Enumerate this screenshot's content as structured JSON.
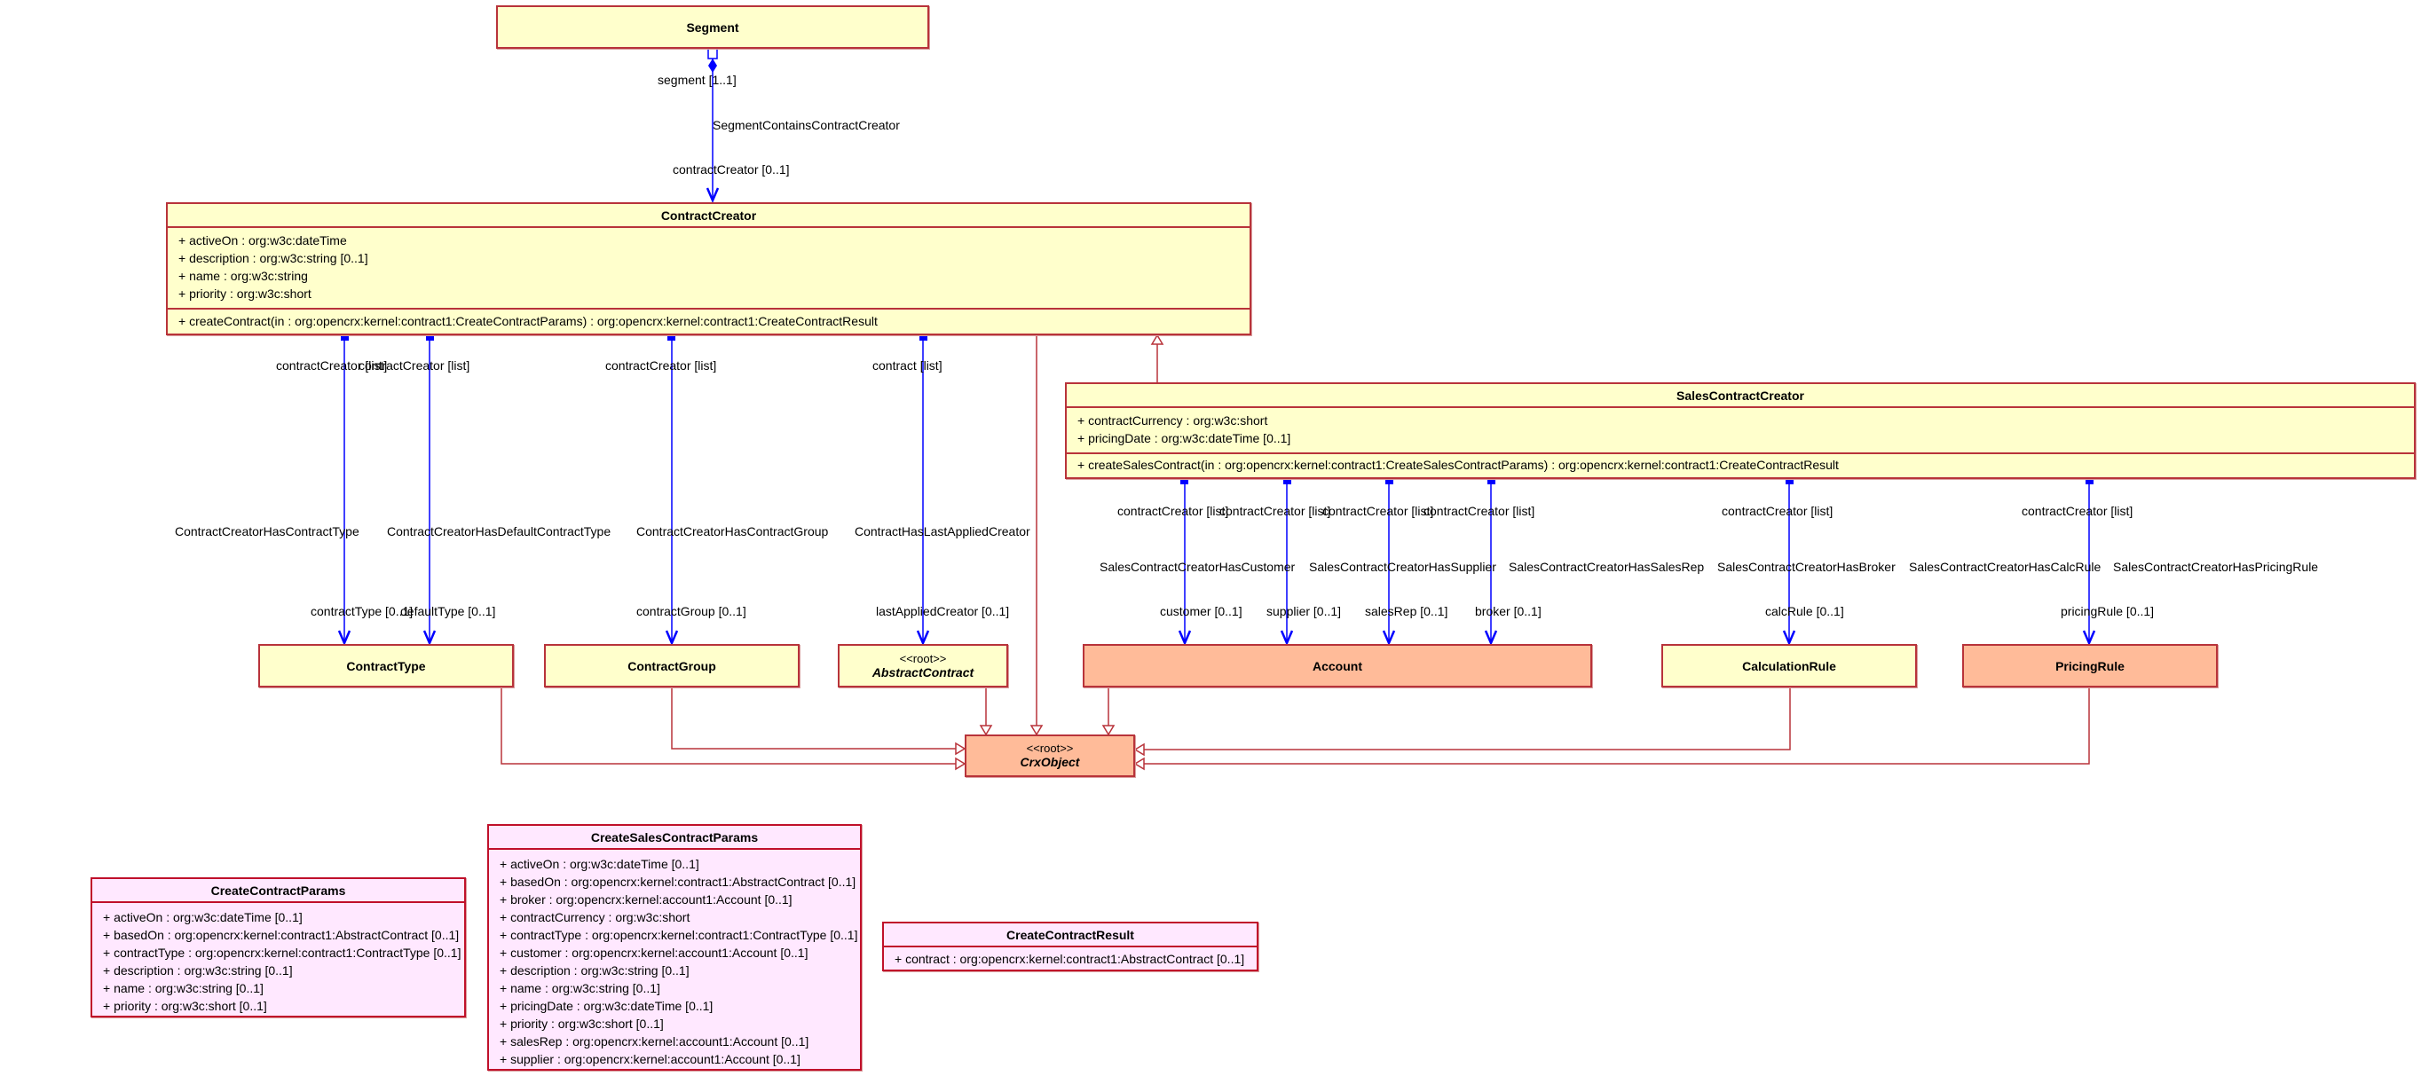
{
  "colors": {
    "class_fill": "#ffffcc",
    "external_fill": "#ffbb99",
    "struct_fill": "#ffe8ff",
    "border": "#b8333a",
    "association": "#0000ff"
  },
  "classes": {
    "segment": {
      "name": "Segment"
    },
    "contract_creator": {
      "name": "ContractCreator",
      "attributes": [
        "+ activeOn : org:w3c:dateTime",
        "+ description : org:w3c:string [0..1]",
        "+ name : org:w3c:string",
        "+ priority : org:w3c:short"
      ],
      "operations": [
        "+ createContract(in : org:opencrx:kernel:contract1:CreateContractParams) : org:opencrx:kernel:contract1:CreateContractResult"
      ]
    },
    "sales_contract_creator": {
      "name": "SalesContractCreator",
      "attributes": [
        "+ contractCurrency : org:w3c:short",
        "+ pricingDate : org:w3c:dateTime [0..1]"
      ],
      "operations": [
        "+ createSalesContract(in : org:opencrx:kernel:contract1:CreateSalesContractParams) : org:opencrx:kernel:contract1:CreateContractResult"
      ]
    },
    "contract_type": {
      "name": "ContractType"
    },
    "contract_group": {
      "name": "ContractGroup"
    },
    "abstract_contract": {
      "stereotype": "<<root>>",
      "name": "AbstractContract"
    },
    "account": {
      "name": "Account"
    },
    "calculation_rule": {
      "name": "CalculationRule"
    },
    "pricing_rule": {
      "name": "PricingRule"
    },
    "crx_object": {
      "stereotype": "<<root>>",
      "name": "CrxObject"
    },
    "create_contract_params": {
      "name": "CreateContractParams",
      "attributes": [
        "+ activeOn : org:w3c:dateTime [0..1]",
        "+ basedOn : org:opencrx:kernel:contract1:AbstractContract [0..1]",
        "+ contractType : org:opencrx:kernel:contract1:ContractType [0..1]",
        "+ description : org:w3c:string [0..1]",
        "+ name : org:w3c:string [0..1]",
        "+ priority : org:w3c:short [0..1]"
      ]
    },
    "create_sales_contract_params": {
      "name": "CreateSalesContractParams",
      "attributes": [
        "+ activeOn : org:w3c:dateTime [0..1]",
        "+ basedOn : org:opencrx:kernel:contract1:AbstractContract [0..1]",
        "+ broker : org:opencrx:kernel:account1:Account [0..1]",
        "+ contractCurrency : org:w3c:short",
        "+ contractType : org:opencrx:kernel:contract1:ContractType [0..1]",
        "+ customer : org:opencrx:kernel:account1:Account [0..1]",
        "+ description : org:w3c:string [0..1]",
        "+ name : org:w3c:string [0..1]",
        "+ pricingDate : org:w3c:dateTime [0..1]",
        "+ priority : org:w3c:short [0..1]",
        "+ salesRep : org:opencrx:kernel:account1:Account [0..1]",
        "+ supplier : org:opencrx:kernel:account1:Account [0..1]"
      ]
    },
    "create_contract_result": {
      "name": "CreateContractResult",
      "attributes": [
        "+ contract : org:opencrx:kernel:contract1:AbstractContract [0..1]"
      ]
    }
  },
  "associations": {
    "seg": {
      "name": "SegmentContainsContractCreator",
      "source": "segment [1..1]",
      "target": "contractCreator [0..1]"
    },
    "ctype": {
      "name": "ContractCreatorHasContractType",
      "source": "contractCreator [list]",
      "target": "contractType [0..1]"
    },
    "dtype": {
      "name": "ContractCreatorHasDefaultContractType",
      "source": "contractCreator [list]",
      "target": "defaultType [0..1]"
    },
    "cgroup": {
      "name": "ContractCreatorHasContractGroup",
      "source": "contractCreator [list]",
      "target": "contractGroup [0..1]"
    },
    "last": {
      "name": "ContractHasLastAppliedCreator",
      "source": "contract [list]",
      "target": "lastAppliedCreator [0..1]"
    },
    "customer": {
      "name": "SalesContractCreatorHasCustomer",
      "source": "contractCreator [list]",
      "target": "customer [0..1]"
    },
    "supplier": {
      "name": "SalesContractCreatorHasSupplier",
      "source": "contractCreator [list]",
      "target": "supplier [0..1]"
    },
    "salesrep": {
      "name": "SalesContractCreatorHasSalesRep",
      "source": "contractCreator [list]",
      "target": "salesRep [0..1]"
    },
    "broker": {
      "name": "SalesContractCreatorHasBroker",
      "source": "contractCreator [list]",
      "target": "broker [0..1]"
    },
    "calcrule": {
      "name": "SalesContractCreatorHasCalcRule",
      "source": "contractCreator [list]",
      "target": "calcRule [0..1]"
    },
    "pricingrule": {
      "name": "SalesContractCreatorHasPricingRule",
      "source": "contractCreator [list]",
      "target": "pricingRule [0..1]"
    }
  }
}
